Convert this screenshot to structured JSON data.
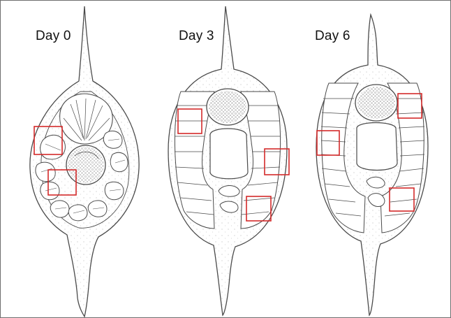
{
  "panels": [
    {
      "label": "Day 0"
    },
    {
      "label": "Day 3"
    },
    {
      "label": "Day 6"
    }
  ],
  "colors": {
    "outline": "#4a4a4a",
    "highlight": "#d42a2a",
    "background": "#ffffff"
  },
  "icons": [
    "cell-drawing"
  ]
}
